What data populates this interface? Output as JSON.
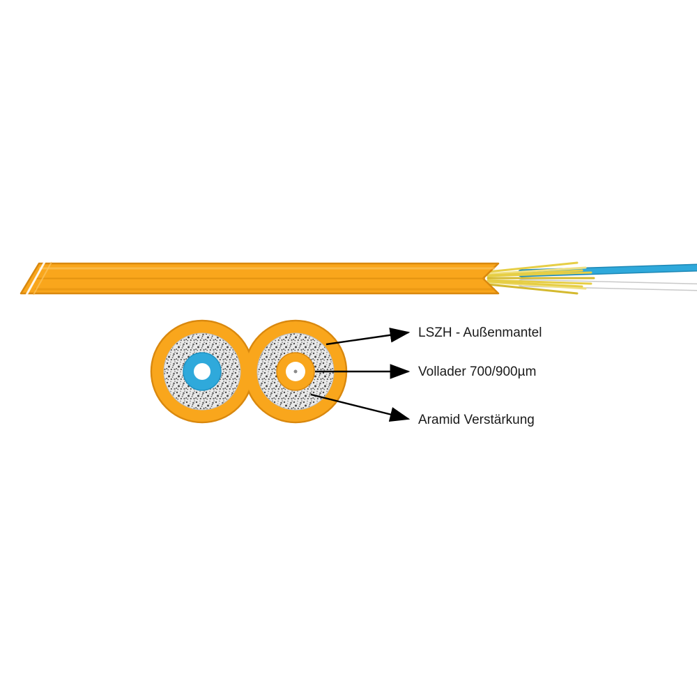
{
  "diagram": {
    "labels": [
      {
        "text": "LSZH - Außenmantel"
      },
      {
        "text": "Vollader 700/900µm"
      },
      {
        "text": "Aramid Verstärkung"
      }
    ],
    "colors": {
      "jacket_orange": "#F9A61C",
      "jacket_outline": "#D9880E",
      "jacket_seam": "#E0900F",
      "aramid_yellow": "#E6CE45",
      "fiber_cyan": "#2FA9DB",
      "fiber_cyan_edge": "#1D87B5",
      "fiber_white": "#FFFFFF",
      "fiber_white_edge": "#C9C9C9",
      "buffer_white": "#FFFFFF",
      "arrow_black": "#000000",
      "speckle_base": "#E9E9E9"
    }
  }
}
